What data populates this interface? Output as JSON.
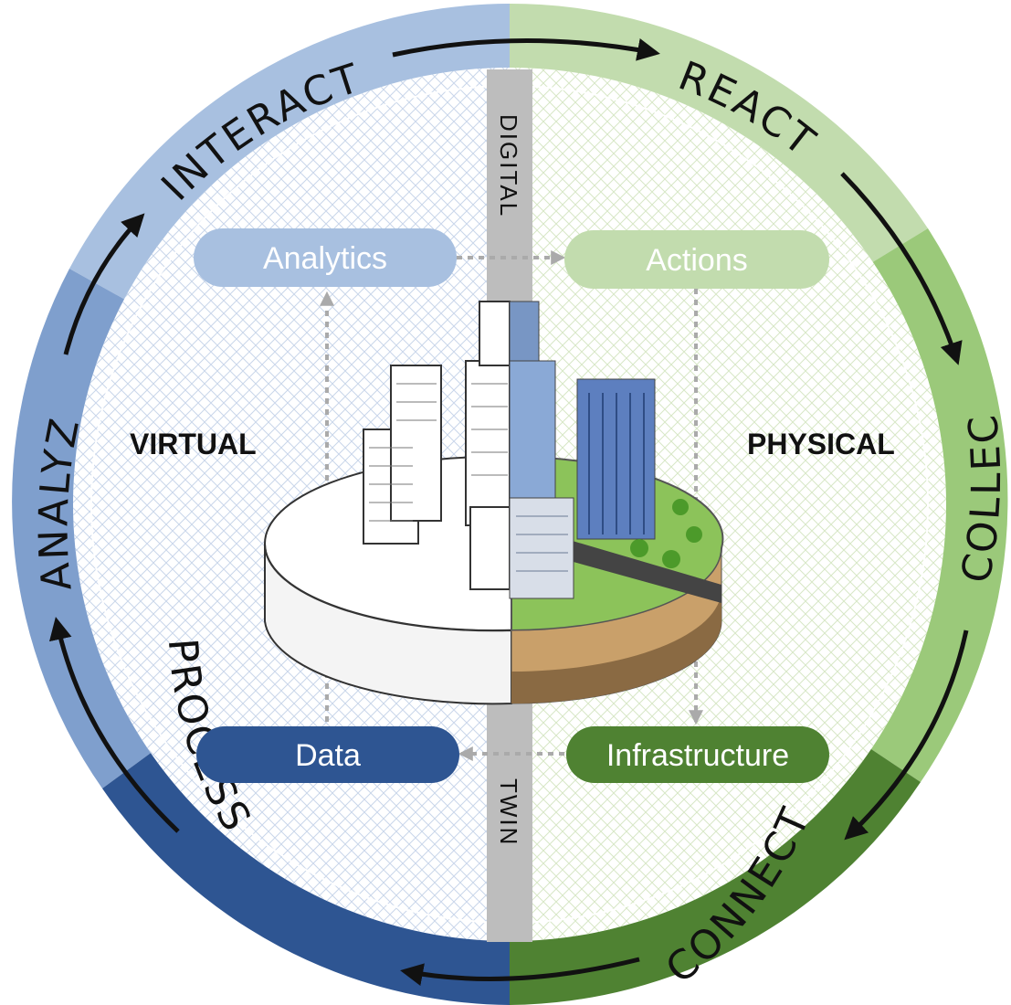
{
  "ring": {
    "interact": "INTERACT",
    "react": "REACT",
    "collect": "COLLECT",
    "connect": "CONNECT",
    "process": "PROCESS",
    "analyze": "ANALYZE"
  },
  "band": {
    "top": "DIGITAL",
    "bottom": "TWIN"
  },
  "sides": {
    "left": "VIRTUAL",
    "right": "PHYSICAL"
  },
  "nodes": {
    "analytics": "Analytics",
    "actions": "Actions",
    "data": "Data",
    "infrastructure": "Infrastructure"
  },
  "colors": {
    "light_blue": "#a8c0e0",
    "mid_blue": "#7f9fcd",
    "dark_blue": "#2e5592",
    "light_green": "#c2dcae",
    "mid_green": "#9bc97a",
    "dark_green": "#4f8232",
    "band_gray": "#bdbdbd"
  }
}
